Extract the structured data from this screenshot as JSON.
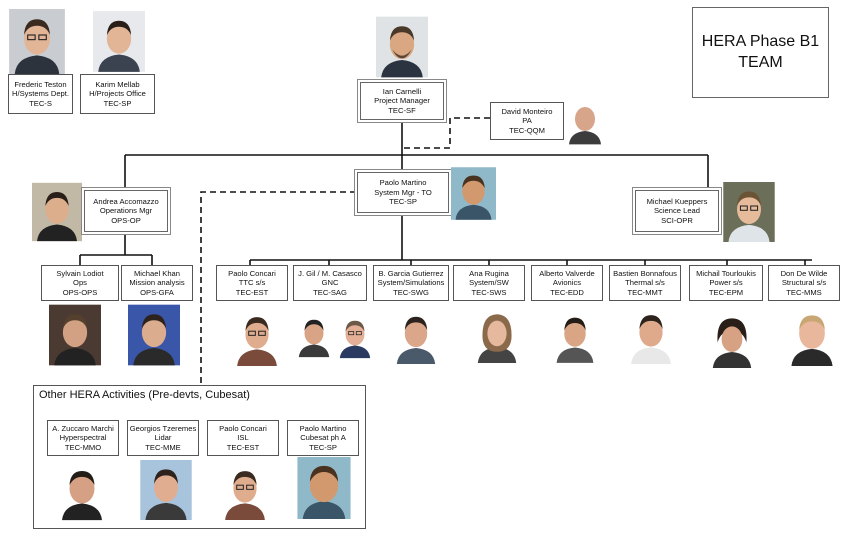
{
  "title": {
    "line1": "HERA Phase B1",
    "line2": "TEAM"
  },
  "top_left": [
    {
      "name": "Frederic Teston",
      "role": "H/Systems Dept.",
      "code": "TEC-S"
    },
    {
      "name": "Karim Mellab",
      "role": "H/Projects Office",
      "code": "TEC-SP"
    }
  ],
  "pm": {
    "name": "Ian Carnelli",
    "role": "Project Manager",
    "code": "TEC-SF"
  },
  "pa": {
    "name": "David Monteiro",
    "role": "PA",
    "code": "TEC-QQM"
  },
  "level2": [
    {
      "name": "Andrea Accomazzo",
      "role": "Operations Mgr",
      "code": "OPS-OP"
    },
    {
      "name": "Paolo Martino",
      "role": "System Mgr - TO",
      "code": "TEC-SP"
    },
    {
      "name": "Michael Kueppers",
      "role": "Science Lead",
      "code": "SCI-OPR"
    }
  ],
  "ops_team": [
    {
      "name": "Sylvain Lodiot",
      "role": "Ops",
      "code": "OPS-OPS"
    },
    {
      "name": "Michael Khan",
      "role": "Mission analysis",
      "code": "OPS-GFA"
    }
  ],
  "sys_team": [
    {
      "name": "Paolo Concari",
      "role": "TTC s/s",
      "code": "TEC-EST"
    },
    {
      "name": "J. Gil / M. Casasco",
      "role": "GNC",
      "code": "TEC-SAG"
    },
    {
      "name": "B. Garcia Gutierrez",
      "role": "System/Simulations",
      "code": "TEC-SWG"
    },
    {
      "name": "Ana Rugina",
      "role": "System/SW",
      "code": "TEC-SWS"
    },
    {
      "name": "Alberto Valverde",
      "role": "Avionics",
      "code": "TEC-EDD"
    },
    {
      "name": "Bastien Bonnafous",
      "role": "Thermal s/s",
      "code": "TEC-MMT"
    },
    {
      "name": "Michail Tourloukis",
      "role": "Power s/s",
      "code": "TEC-EPM"
    },
    {
      "name": "Don De Wilde",
      "role": "Structural s/s",
      "code": "TEC-MMS"
    }
  ],
  "other_activities": {
    "title": "Other HERA Activities (Pre-devts, Cubesat)",
    "members": [
      {
        "name": "A. Zuccaro Marchi",
        "role": "Hyperspectral",
        "code": "TEC-MMO"
      },
      {
        "name": "Georgios Tzeremes",
        "role": "Lidar",
        "code": "TEC-MME"
      },
      {
        "name": "Paolo Concari",
        "role": "ISL",
        "code": "TEC-EST"
      },
      {
        "name": "Paolo Martino",
        "role": "Cubesat ph A",
        "code": "TEC-SP"
      }
    ]
  },
  "colors": {
    "line": "#111111",
    "box_border": "#555555",
    "skin": "#e2b596",
    "hair": "#3a2a20"
  }
}
